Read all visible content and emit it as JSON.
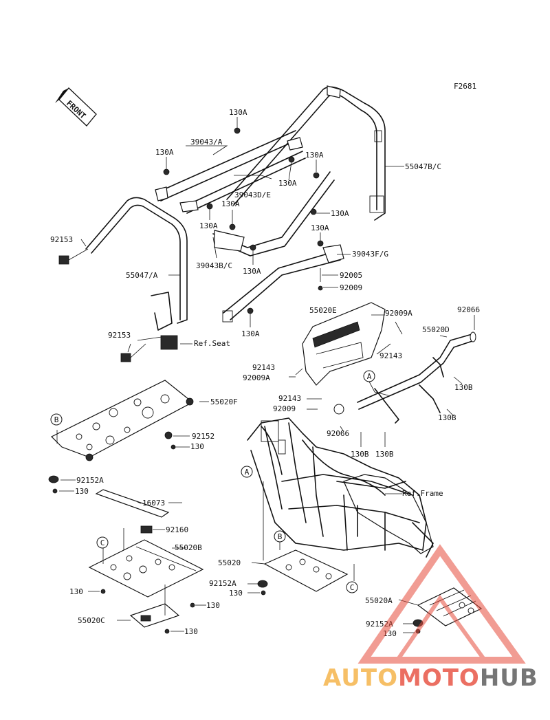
{
  "figure_id": "F2681",
  "front_label": "FRONT",
  "labels": {
    "l_130a_top": "130A",
    "l_39043a": "39043/A",
    "l_130a_left": "130A",
    "l_130a_r1": "130A",
    "l_130a_r2": "130A",
    "l_55047bc": "55047B/C",
    "l_39043de": "39043D/E",
    "l_130a_mid1": "130A",
    "l_130a_mid2": "130A",
    "l_130a_r3": "130A",
    "l_130a_r4": "130A",
    "l_92153_top": "92153",
    "l_39043bc": "39043B/C",
    "l_130a_mid3": "130A",
    "l_39043fg": "39043F/G",
    "l_55047a": "55047/A",
    "l_92005": "92005",
    "l_92009_top": "92009",
    "l_55020e": "55020E",
    "l_92009a_r": "92009A",
    "l_92066_top": "92066",
    "l_130a_low": "130A",
    "l_55020d": "55020D",
    "l_92153_low": "92153",
    "l_refseat": "Ref.Seat",
    "l_92143_r": "92143",
    "l_92143_l": "92143",
    "l_92009a_l": "92009A",
    "l_130b_1": "130B",
    "l_55020f": "55020F",
    "l_92143_mid": "92143",
    "l_92009_mid": "92009",
    "l_130b_2": "130B",
    "l_92066_mid": "92066",
    "l_92152": "92152",
    "l_130_a": "130",
    "l_130b_3": "130B",
    "l_130b_4": "130B",
    "l_92152a_top": "92152A",
    "l_130_b": "130",
    "l_reframe": "Ref.Frame",
    "l_16073": "16073",
    "l_92160": "92160",
    "l_55020b": "55020B",
    "l_55020": "55020",
    "l_92152a_mid": "92152A",
    "l_130_c": "130",
    "l_130_d": "130",
    "l_130_e": "130",
    "l_55020a": "55020A",
    "l_55020c": "55020C",
    "l_92152a_low": "92152A",
    "l_130_f": "130",
    "l_130_g": "130"
  },
  "callouts": {
    "a1": "A",
    "a2": "A",
    "b1": "B",
    "b2": "B",
    "c1": "C",
    "c2": "C"
  },
  "watermark": {
    "part1": "AUTO",
    "part2": "MOTO",
    "part3": "HUB",
    "color1": "#f5b041",
    "color2": "#e74c3c",
    "color3": "#555555"
  }
}
